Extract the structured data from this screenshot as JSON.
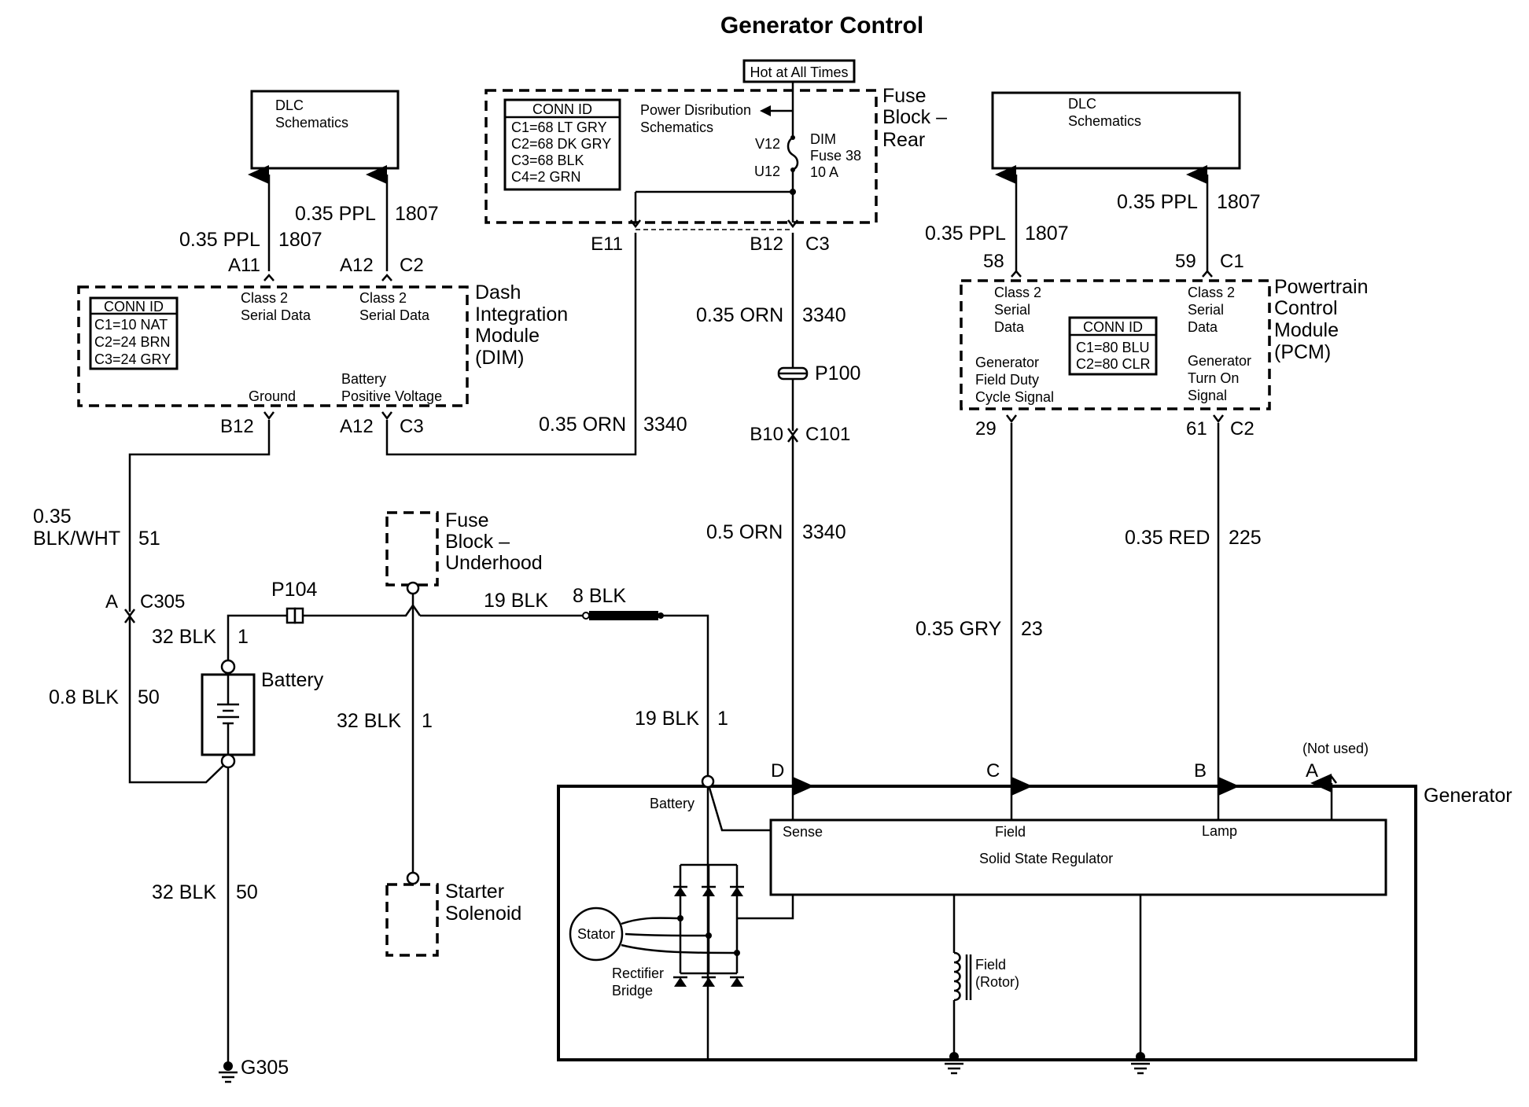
{
  "title": "Generator Control",
  "hot_at_all_times": "Hot at All Times",
  "fuse_block_rear": {
    "label": [
      "Fuse",
      "Block –",
      "Rear"
    ],
    "conn_id_header": "CONN ID",
    "conn_ids": [
      "C1=68 LT GRY",
      "C2=68 DK GRY",
      "C3=68 BLK",
      "C4=2 GRN"
    ],
    "power_dist": [
      "Power Disribution",
      "Schematics"
    ],
    "fuse_pins": [
      "V12",
      "U12"
    ],
    "fuse_label": [
      "DIM",
      "Fuse 38",
      "10 A"
    ],
    "pin_e11": "E11",
    "pin_b12": "B12",
    "pin_c3": "C3"
  },
  "dlc_left": [
    "DLC",
    "Schematics"
  ],
  "dlc_right": [
    "DLC",
    "Schematics"
  ],
  "dim": {
    "label": [
      "Dash",
      "Integration",
      "Module",
      "(DIM)"
    ],
    "conn_id_header": "CONN ID",
    "conn_ids": [
      "C1=10 NAT",
      "C2=24 BRN",
      "C3=24 GRY"
    ],
    "class2_a": [
      "Class 2",
      "Serial Data"
    ],
    "class2_b": [
      "Class 2",
      "Serial Data"
    ],
    "ground": "Ground",
    "batt_pos": [
      "Battery",
      "Positive Voltage"
    ],
    "pin_a11": "A11",
    "pin_a12_top": "A12",
    "pin_c2": "C2",
    "pin_b12": "B12",
    "pin_a12_bot": "A12",
    "pin_c3": "C3",
    "wire_a11": [
      "0.35 PPL",
      "1807"
    ],
    "wire_a12": [
      "0.35 PPL",
      "1807"
    ]
  },
  "pcm": {
    "label": [
      "Powertrain",
      "Control",
      "Module",
      "(PCM)"
    ],
    "conn_id_header": "CONN ID",
    "conn_ids": [
      "C1=80 BLU",
      "C2=80 CLR"
    ],
    "class2_a": [
      "Class 2",
      "Serial",
      "Data"
    ],
    "class2_b": [
      "Class 2",
      "Serial",
      "Data"
    ],
    "gen_field": [
      "Generator",
      "Field Duty",
      "Cycle Signal"
    ],
    "gen_turn": [
      "Generator",
      "Turn On",
      "Signal"
    ],
    "pin_58": "58",
    "pin_59": "59",
    "pin_c1": "C1",
    "pin_29": "29",
    "pin_61": "61",
    "pin_c2": "C2",
    "wire_58": [
      "0.35 PPL",
      "1807"
    ],
    "wire_59": [
      "0.35 PPL",
      "1807"
    ]
  },
  "wires": {
    "orn_upper": [
      "0.35 ORN",
      "3340"
    ],
    "orn_dim": [
      "0.35 ORN",
      "3340"
    ],
    "orn_lower": [
      "0.5 ORN",
      "3340"
    ],
    "p100": "P100",
    "pin_b10": "B10",
    "pin_c101": "C101",
    "blkwht": [
      "0.35",
      "BLK/WHT",
      "51"
    ],
    "pin_a": "A",
    "pin_c305": "C305",
    "blk32_batt": [
      "32 BLK",
      "1"
    ],
    "blk08": [
      "0.8 BLK",
      "50"
    ],
    "blk32_gnd": [
      "32 BLK",
      "50"
    ],
    "blk32_starter": [
      "32 BLK",
      "1"
    ],
    "p104": "P104",
    "blk19_top": "19 BLK",
    "blk8": "8 BLK",
    "blk19_gen": [
      "19 BLK",
      "1"
    ],
    "red": [
      "0.35 RED",
      "225"
    ],
    "gry": [
      "0.35 GRY",
      "23"
    ],
    "g305": "G305"
  },
  "battery_label": "Battery",
  "fuse_block_underhood": [
    "Fuse",
    "Block –",
    "Underhood"
  ],
  "starter_solenoid": [
    "Starter",
    "Solenoid"
  ],
  "generator": {
    "label": "Generator",
    "pin_d": "D",
    "pin_c": "C",
    "pin_b": "B",
    "pin_a": "A",
    "not_used": "(Not used)",
    "battery": "Battery",
    "sense": "Sense",
    "field": "Field",
    "lamp": "Lamp",
    "regulator": "Solid State Regulator",
    "stator": "Stator",
    "rectifier": [
      "Rectifier",
      "Bridge"
    ],
    "rotor": [
      "Field",
      "(Rotor)"
    ]
  }
}
